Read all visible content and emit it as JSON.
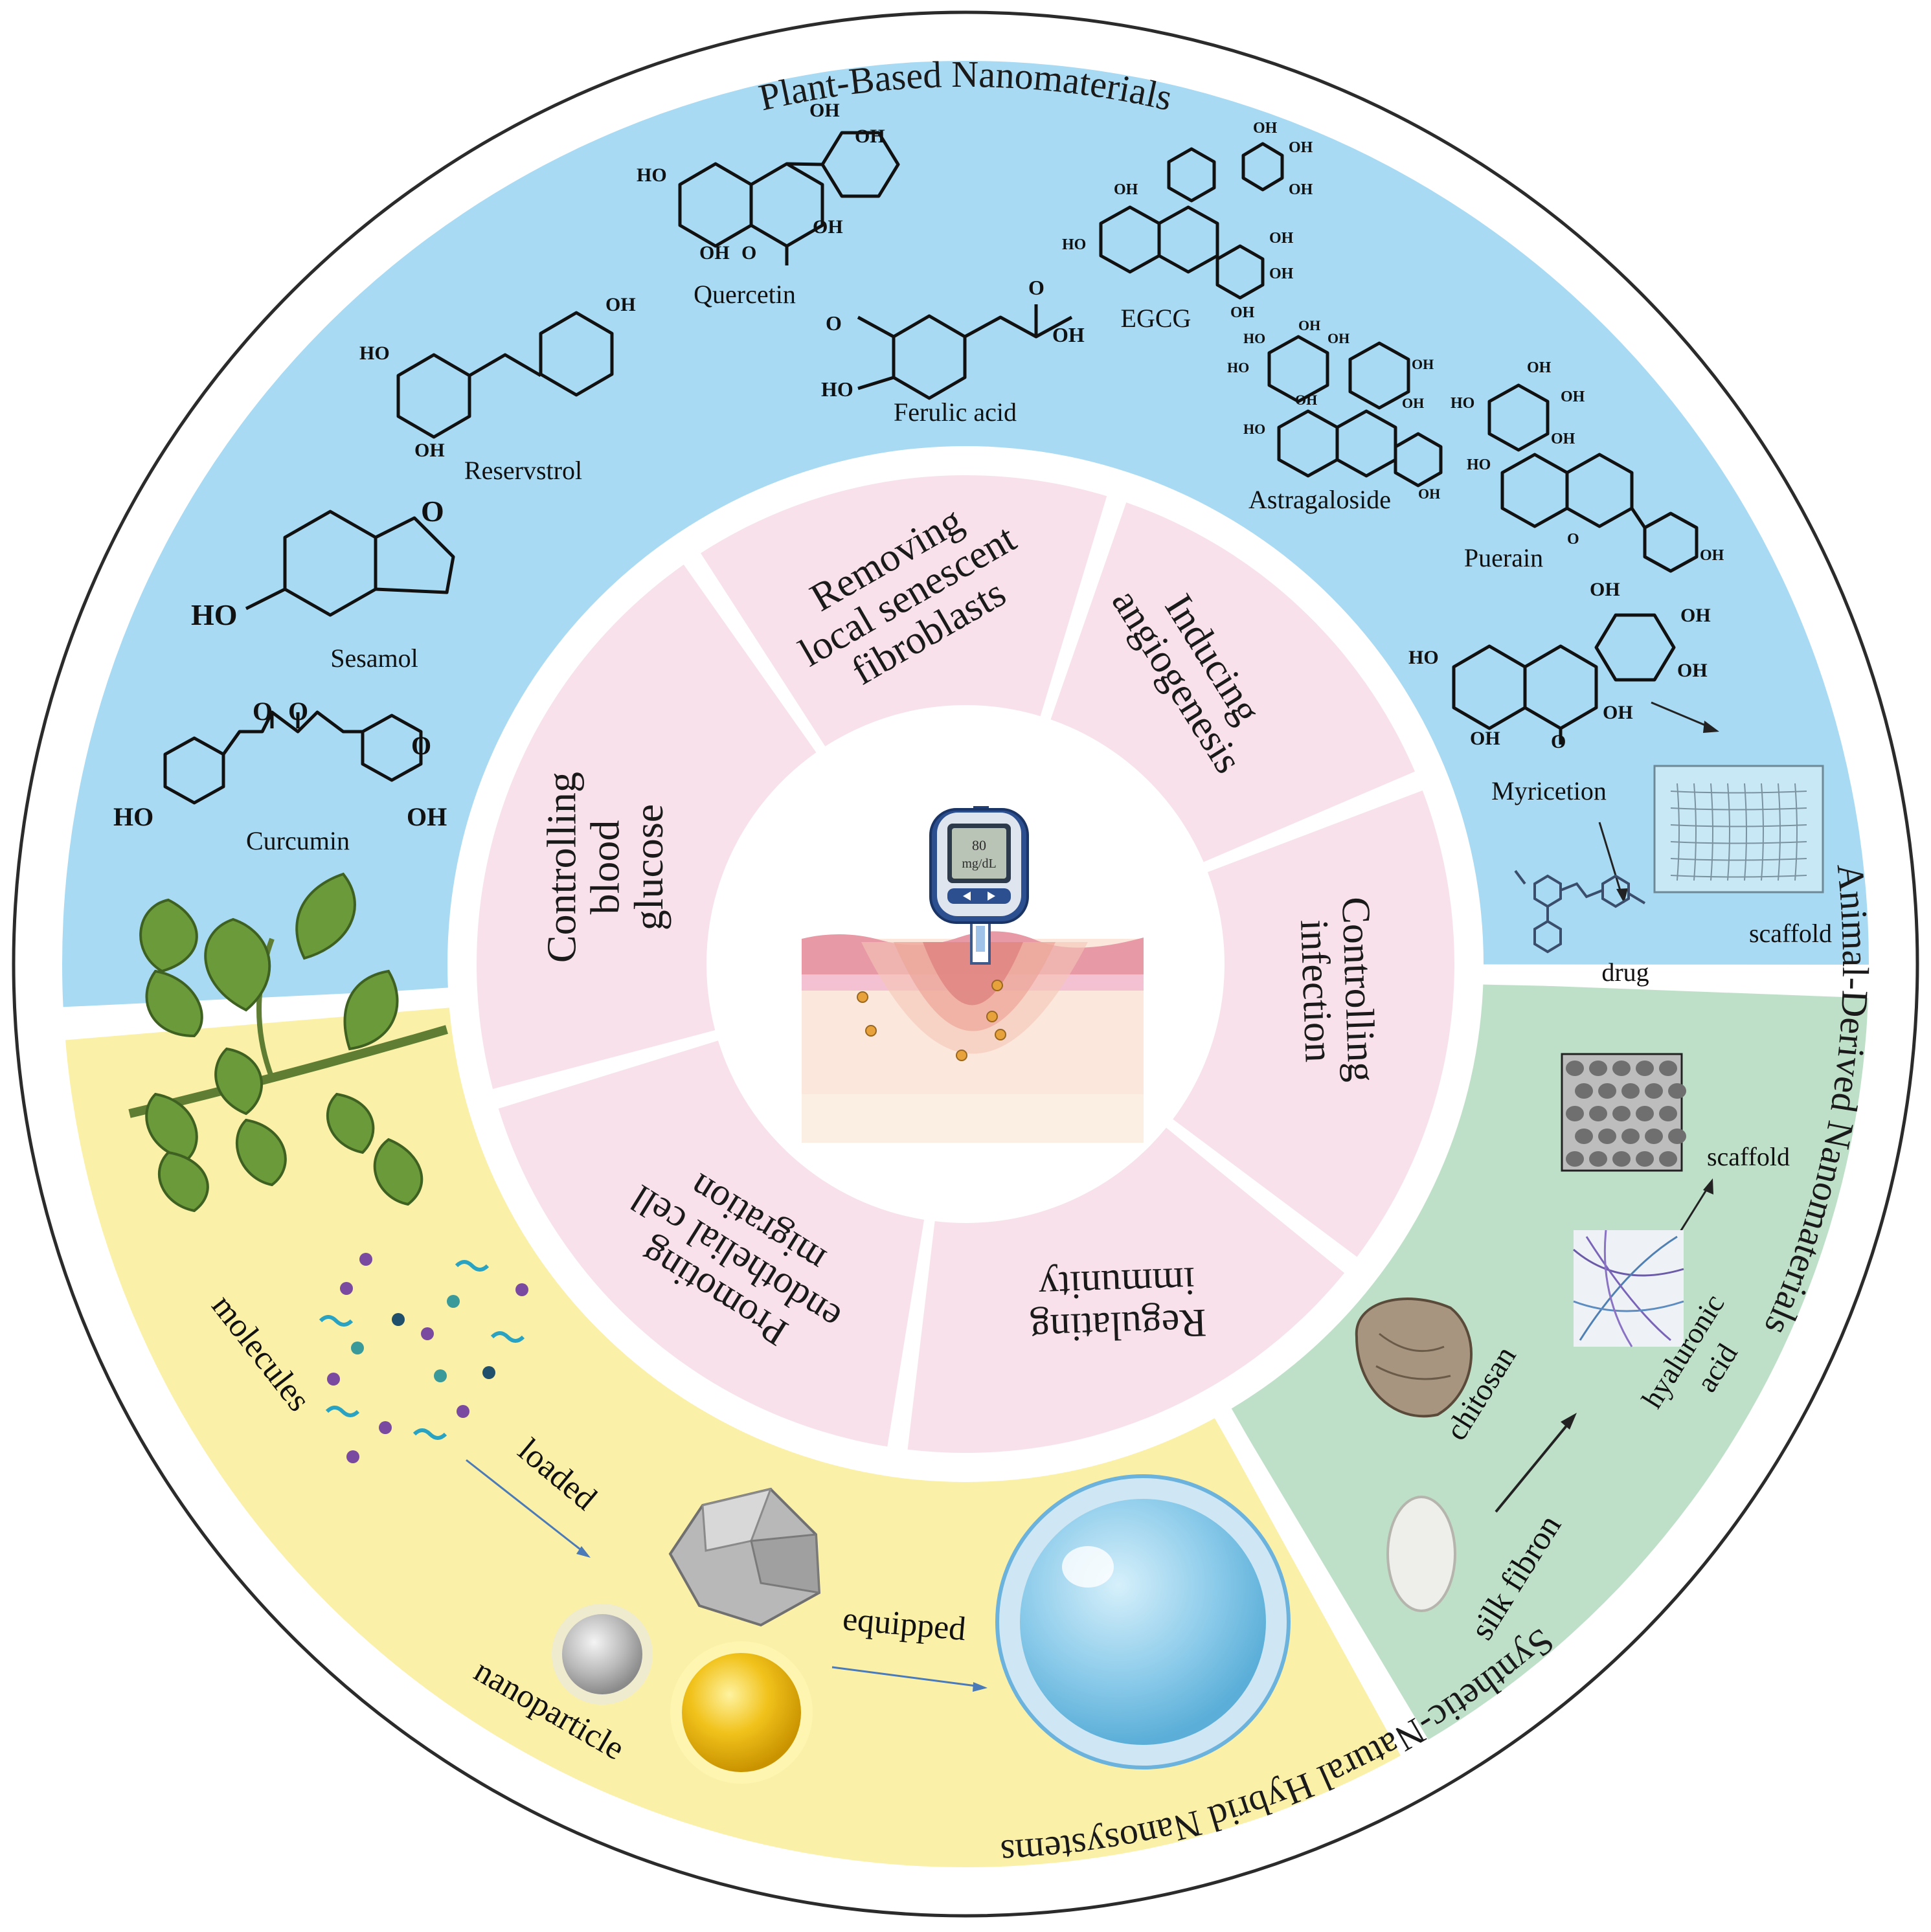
{
  "ring_titles": {
    "plant": "Plant-Based Nanomaterials",
    "animal": "Animal-Derived Nanomaterials",
    "synthetic": "Synthetic-Natural Hybrid Nanosystems"
  },
  "compounds": {
    "quercetin": "Quercetin",
    "egcg": "EGCG",
    "ferulic": "Ferulic acid",
    "resveratrol": "Reservstrol",
    "astragaloside": "Astragaloside",
    "puerarin": "Puerain",
    "sesamol": "Sesamol",
    "curcumin": "Curcumin",
    "myricetin": "Myricetion"
  },
  "atoms": {
    "oh": "OH",
    "ho": "HO",
    "o": "O"
  },
  "labels": {
    "scaffold_plant": "scaffold",
    "drug": "drug",
    "scaffold_animal": "scaffold",
    "chitosan": "chitosan",
    "hyaluronic_1": "hyaluronic",
    "hyaluronic_2": "acid",
    "silk": "silk fibron",
    "molecules": "molecules",
    "loaded": "loaded",
    "equipped": "equipped",
    "nanoparticle": "nanoparticle"
  },
  "meter": {
    "line1": "80",
    "line2": "mg/dL"
  },
  "segments": [
    {
      "id": "senescent",
      "lines": [
        "Removing",
        "local senescent",
        "fibroblasts"
      ]
    },
    {
      "id": "angiogenesis",
      "lines": [
        "Inducing",
        "angiogenesis"
      ]
    },
    {
      "id": "infection",
      "lines": [
        "Controlling",
        "infection"
      ]
    },
    {
      "id": "immunity",
      "lines": [
        "Regulating",
        "immunity"
      ]
    },
    {
      "id": "migration",
      "lines": [
        "Promoting",
        "endothelial cell",
        "migration"
      ]
    },
    {
      "id": "glucose",
      "lines": [
        "Controlling",
        "blood",
        "glucose"
      ]
    }
  ],
  "colors": {
    "plant_bg": "#a8daf3",
    "animal_bg": "#bfe0c8",
    "synthetic_bg": "#fbf0a8",
    "segment_bg": "#f8e1ea",
    "border": "#2b2b2b"
  }
}
